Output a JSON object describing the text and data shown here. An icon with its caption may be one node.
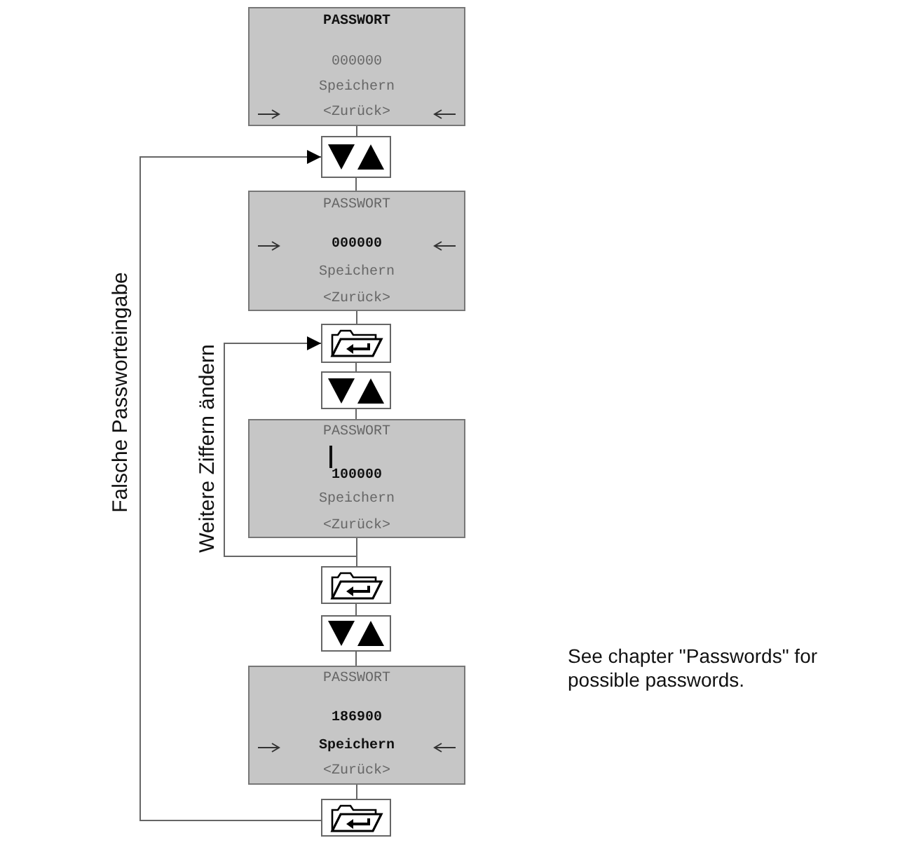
{
  "diagram": {
    "nodes": [
      {
        "text": [
          "PASSWORT",
          "000000",
          "Speichern",
          "<Zurück>"
        ]
      },
      {
        "text": [],
        "shape": "box"
      },
      {
        "text": [
          "PASSWORT",
          "000000",
          "Speichern",
          "<Zurück>"
        ]
      },
      {
        "text": [],
        "shape": "box"
      },
      {
        "text": [],
        "shape": "box"
      },
      {
        "text": [
          "PASSWORT",
          "100000",
          "Speichern",
          "<Zurück>"
        ]
      },
      {
        "text": [],
        "shape": "box"
      },
      {
        "text": [],
        "shape": "box"
      },
      {
        "text": [
          "PASSWORT",
          "186900",
          "Speichern",
          "<Zurück>"
        ]
      },
      {
        "text": [],
        "shape": "box"
      }
    ],
    "edges": [
      {
        "from": 0,
        "to": 1,
        "arrow": "none"
      },
      {
        "from": 1,
        "to": 2,
        "arrow": "none"
      },
      {
        "from": 2,
        "to": 3,
        "arrow": "none"
      },
      {
        "from": 3,
        "to": 4,
        "arrow": "none"
      },
      {
        "from": 4,
        "to": 5,
        "arrow": "none"
      },
      {
        "from": 5,
        "to": 6,
        "arrow": "none"
      },
      {
        "from": 6,
        "to": 7,
        "arrow": "none"
      },
      {
        "from": 7,
        "to": 8,
        "arrow": "none"
      },
      {
        "from": 8,
        "to": 9,
        "arrow": "none"
      },
      {
        "from": 5,
        "to": 3,
        "arrow": "to",
        "label": "Weitere Ziffern ändern"
      },
      {
        "from": 9,
        "to": 1,
        "arrow": "to",
        "label": "Falsche Passworteingabe"
      }
    ],
    "labels": [
      "See chapter \"Passwords\" for possible passwords."
    ]
  }
}
